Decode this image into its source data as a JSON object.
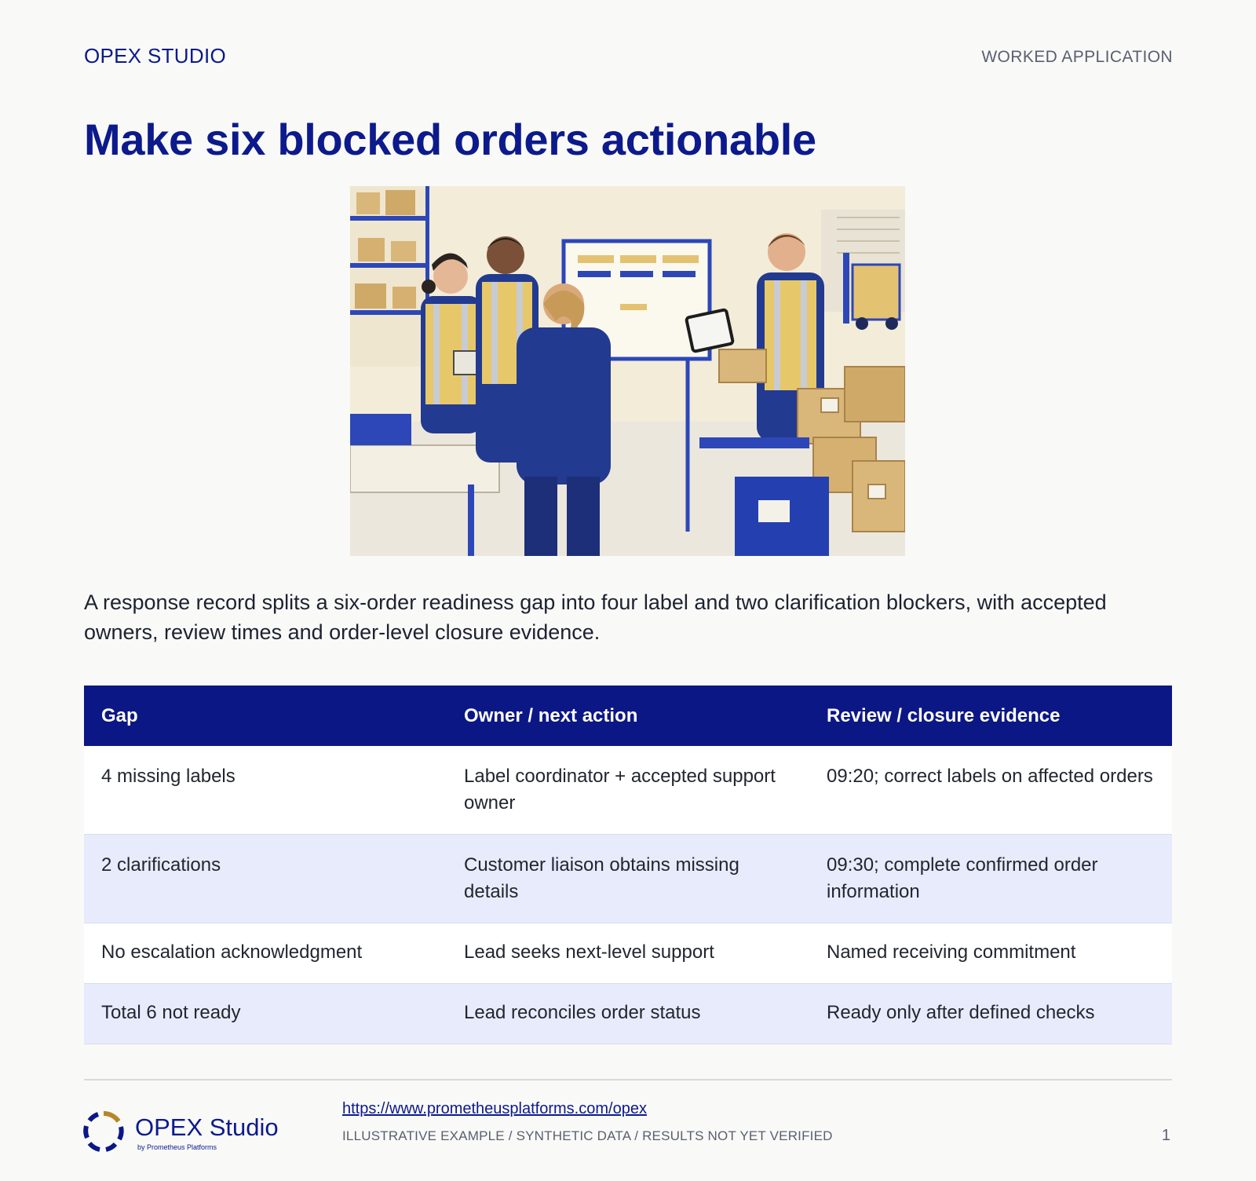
{
  "header": {
    "brand": "OPEX STUDIO",
    "section_label": "WORKED APPLICATION"
  },
  "title": "Make six blocked orders actionable",
  "illustration": {
    "icon": "warehouse-team-illustration"
  },
  "intro": "A response record splits a six-order readiness gap into four label and two clarification blockers, with accepted owners, review times and order-level closure evidence.",
  "table": {
    "headers": [
      "Gap",
      "Owner / next action",
      "Review / closure evidence"
    ],
    "rows": [
      [
        "4 missing labels",
        "Label coordinator + accepted support owner",
        "09:20; correct labels on affected orders"
      ],
      [
        "2 clarifications",
        "Customer liaison obtains missing details",
        "09:30; complete confirmed order information"
      ],
      [
        "No escalation acknowledgment",
        "Lead seeks next-level support",
        "Named receiving commitment"
      ],
      [
        "Total 6 not ready",
        "Lead reconciles order status",
        "Ready only after defined checks"
      ]
    ]
  },
  "footer": {
    "logo_name": "OPEX Studio",
    "logo_sub": "by Prometheus Platforms",
    "url": "https://www.prometheusplatforms.com/opex",
    "disclaimer": "ILLUSTRATIVE EXAMPLE / SYNTHETIC DATA / RESULTS NOT YET VERIFIED",
    "page_number": "1"
  },
  "colors": {
    "brand_navy": "#0c1786",
    "row_tint": "#e8ebfc",
    "logo_gold": "#b8862a"
  }
}
